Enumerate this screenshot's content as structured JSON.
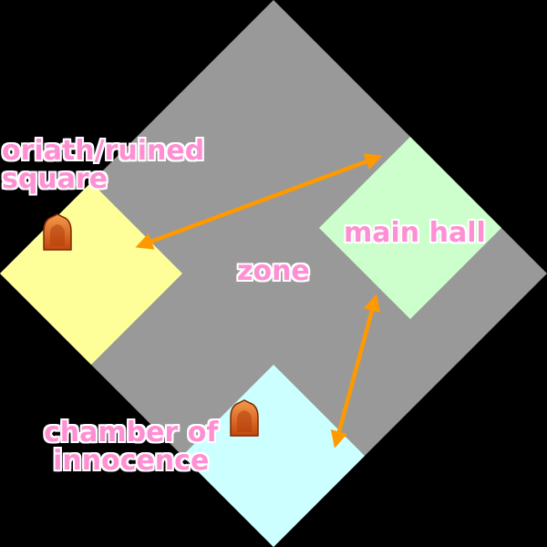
{
  "colors": {
    "background": "#000000",
    "zone_fill": "#999999",
    "main_hall_fill": "#ccffcc",
    "oriath_fill": "#ffff99",
    "chamber_fill": "#ccffff",
    "arrow": "#ff9900",
    "label_text": "#ff8fd3",
    "label_outline": "#ffffff",
    "waypoint_icon": "#e2621e"
  },
  "labels": {
    "zone": "zone",
    "main_hall": "main hall",
    "oriath_line1": "oriath/ruined",
    "oriath_line2": "square",
    "chamber_line1": "chamber of",
    "chamber_line2": "innocence"
  },
  "icons": {
    "oriath_marker": "waypoint-icon",
    "chamber_marker": "waypoint-icon"
  },
  "connections": [
    {
      "from": "oriath/ruined square",
      "to": "main hall",
      "style": "double-arrow"
    },
    {
      "from": "main hall",
      "to": "chamber of innocence",
      "style": "double-arrow"
    }
  ]
}
